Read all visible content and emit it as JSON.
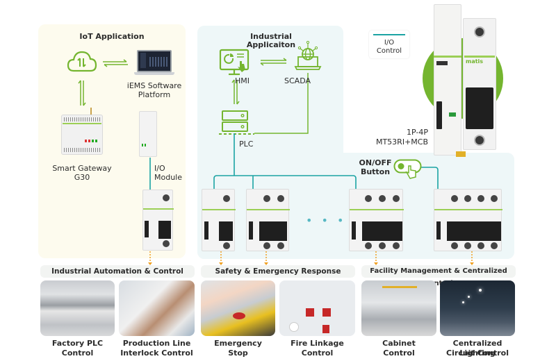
{
  "colors": {
    "green": "#74b52f",
    "teal": "#1aa3a3",
    "orange": "#f0a020",
    "iot_panel_bg": "#fdfbee",
    "industrial_panel_bg": "#eef7f8"
  },
  "iot_application": {
    "title": "IoT Application",
    "cloud_icon": "cloud-sync-icon",
    "software": {
      "label_line1": "iEMS Software",
      "label_line2": "Platform"
    },
    "gateway": {
      "label_line1": "Smart Gateway",
      "label_line2": "G30"
    },
    "io_module": {
      "label_line1": "I/O",
      "label_line2": "Module"
    }
  },
  "industrial_application": {
    "title_line1": "Industrial",
    "title_line2": "Applicaiton",
    "hmi": "HMI",
    "scada": "SCADA",
    "plc": "PLC"
  },
  "legend": {
    "io_control_line1": "I/O",
    "io_control_line2": "Control"
  },
  "product": {
    "poles": "1P-4P",
    "model": "MT53RI+MCB",
    "brand": "matis"
  },
  "onoff_button": {
    "label_line1": "ON/OFF",
    "label_line2": "Button"
  },
  "ellipsis": "• • •",
  "categories": [
    {
      "title": "Industrial Automation & Control",
      "items": [
        {
          "caption_line1": "Factory PLC",
          "caption_line2": "Control"
        },
        {
          "caption_line1": "Production Line",
          "caption_line2": "Interlock Control"
        }
      ]
    },
    {
      "title": "Safety & Emergency Response",
      "items": [
        {
          "caption_line1": "Emergency",
          "caption_line2": "Stop"
        },
        {
          "caption_line1": "Fire Linkage",
          "caption_line2": "Control"
        }
      ]
    },
    {
      "title": "Facility Management & Centralized Control",
      "items": [
        {
          "caption_line1": "Cabinet",
          "caption_line2": "Control"
        },
        {
          "caption_line1": "Centralized Lighting",
          "caption_line2": "Circuit Control"
        }
      ]
    }
  ]
}
